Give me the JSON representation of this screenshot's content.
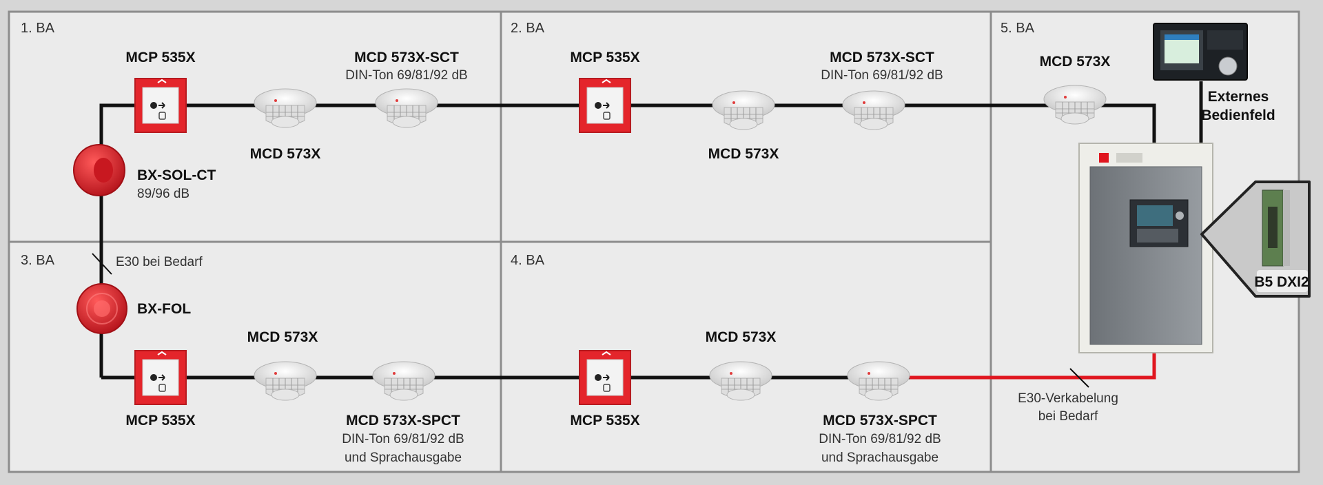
{
  "zones": {
    "z1": "1. BA",
    "z2": "2. BA",
    "z3": "3. BA",
    "z4": "4. BA",
    "z5": "5. BA"
  },
  "devices": {
    "mcp_z1": "MCP 535X",
    "mcd_z1": "MCD 573X",
    "sct_z1": {
      "name": "MCD 573X-SCT",
      "spec": "DIN-Ton 69/81/92 dB"
    },
    "sounder": {
      "name": "BX-SOL-CT",
      "spec": "89/96 dB"
    },
    "mcp_z2": "MCP 535X",
    "mcd_z2": "MCD 573X",
    "sct_z2": {
      "name": "MCD 573X-SCT",
      "spec": "DIN-Ton 69/81/92 dB"
    },
    "mcd_z5": "MCD 573X",
    "panel_ext": {
      "line1": "Externes",
      "line2": "Bedienfeld"
    },
    "module": "B5 DXI2",
    "e30_note": "E30 bei Bedarf",
    "flasher": "BX-FOL",
    "mcp_z3": "MCP 535X",
    "mcd_z3": "MCD 573X",
    "spct_z3": {
      "name": "MCD 573X-SPCT",
      "spec1": "DIN-Ton 69/81/92 dB",
      "spec2": "und Sprachausgabe"
    },
    "mcp_z4": "MCP 535X",
    "mcd_z4": "MCD 573X",
    "spct_z4": {
      "name": "MCD 573X-SPCT",
      "spec1": "DIN-Ton 69/81/92 dB",
      "spec2": "und Sprachausgabe"
    },
    "e30_cable": {
      "line1": "E30-Verkabelung",
      "line2": "bei Bedarf"
    }
  },
  "colors": {
    "loop": "#111111",
    "e30_loop": "#e0161f",
    "device_red": "#e4252b",
    "panel_grey": "#7f8489",
    "zone_bg": "#ebebeb",
    "zone_border": "#8c8c8c"
  }
}
